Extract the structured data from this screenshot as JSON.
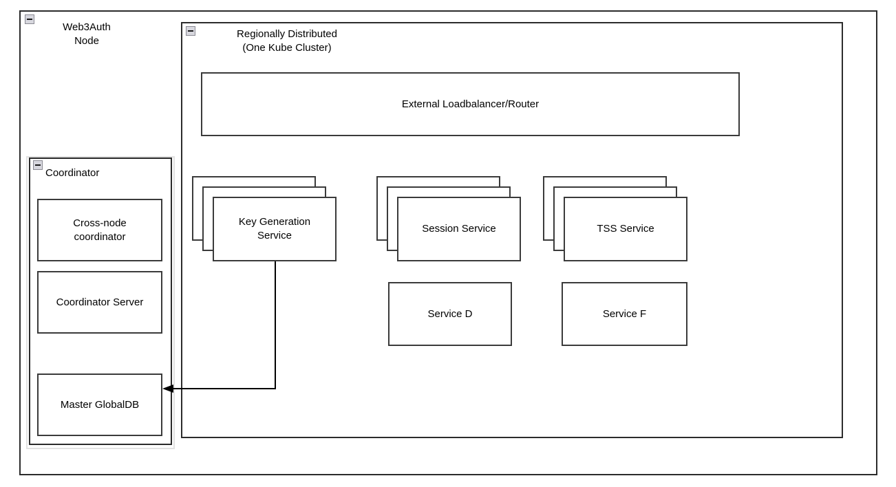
{
  "diagram": {
    "outer_node": {
      "title": "Web3Auth\nNode",
      "collapse_icon": "collapse-minus-icon"
    },
    "region_container": {
      "title": "Regionally Distributed\n(One Kube Cluster)",
      "collapse_icon": "collapse-minus-icon"
    },
    "coordinator": {
      "title": "Coordinator",
      "collapse_icon": "collapse-minus-icon",
      "children": [
        {
          "label": "Cross-node\ncoordinator",
          "name": "cross-node-coordinator-box"
        },
        {
          "label": "Coordinator Server",
          "name": "coordinator-server-box"
        },
        {
          "label": "Master GlobalDB",
          "name": "master-globaldb-box"
        }
      ]
    },
    "loadbalancer": {
      "label": "External Loadbalancer/Router"
    },
    "stacked_services": [
      {
        "label": "Key Generation\nService",
        "name": "key-generation-service-box",
        "layers": 3
      },
      {
        "label": "Session Service",
        "name": "session-service-box",
        "layers": 3
      },
      {
        "label": "TSS Service",
        "name": "tss-service-box",
        "layers": 3
      }
    ],
    "plain_services": [
      {
        "label": "Service D",
        "name": "service-d-box"
      },
      {
        "label": "Service F",
        "name": "service-f-box"
      }
    ],
    "connector": {
      "name": "keygen-to-globaldb-arrow",
      "from": "Key Generation Service",
      "to": "Master GlobalDB",
      "arrow": "arrow-left-head"
    },
    "colors": {
      "stroke": "#3a3a3a",
      "background": "#ffffff",
      "frame": "#e2e2e2",
      "icon_fill": "#d7d7de"
    }
  }
}
